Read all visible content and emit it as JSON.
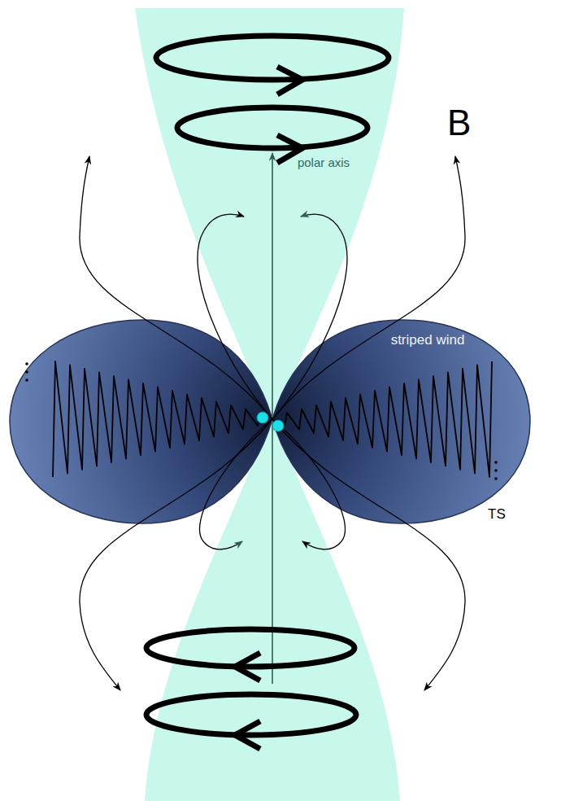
{
  "diagram": {
    "nodes": [
      {
        "text": [
          "polar axis"
        ]
      },
      {
        "text": [
          "striped wind",
          "TS"
        ]
      }
    ],
    "labels": [
      "B"
    ]
  }
}
